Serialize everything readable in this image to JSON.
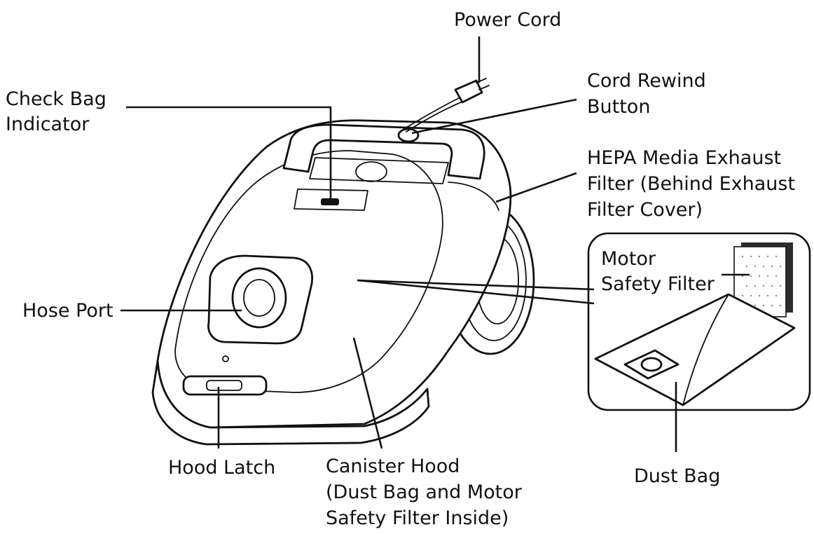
{
  "labels": {
    "power_cord": "Power Cord",
    "cord_rewind_1": "Cord Rewind",
    "cord_rewind_2": "Button",
    "check_bag_1": "Check Bag",
    "check_bag_2": "Indicator",
    "hepa_1": "HEPA Media Exhaust",
    "hepa_2": "Filter (Behind Exhaust",
    "hepa_3": "Filter Cover)",
    "motor_filter_1": "Motor",
    "motor_filter_2": "Safety Filter",
    "hose_port": "Hose Port",
    "hood_latch": "Hood Latch",
    "canister_1": "Canister Hood",
    "canister_2": "(Dust Bag and Motor",
    "canister_3": "Safety Filter Inside)",
    "dust_bag": "Dust Bag"
  },
  "icons": [
    "vacuum-canister-illustration",
    "dust-bag-icon",
    "motor-safety-filter-icon",
    "power-plug-icon"
  ]
}
